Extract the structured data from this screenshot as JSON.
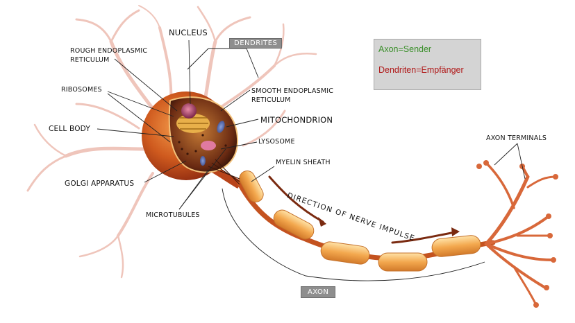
{
  "labels": {
    "nucleus": "NUCLEUS",
    "dendrites": "DENDRITES",
    "rough_er_line1": "ROUGH ENDOPLASMIC",
    "rough_er_line2": "RETICULUM",
    "ribosomes": "RIBOSOMES",
    "smooth_er_line1": "SMOOTH ENDOPLASMIC",
    "smooth_er_line2": "RETICULUM",
    "mitochondrion": "MITOCHONDRION",
    "cell_body": "CELL BODY",
    "lysosome": "LYSOSOME",
    "myelin_sheath": "MYELIN SHEATH",
    "golgi_apparatus": "GOLGI APPARATUS",
    "microtubules": "MICROTUBULES",
    "axon_terminals": "AXON TERMINALS",
    "axon": "AXON",
    "direction": "DIRECTION OF NERVE IMPULSE"
  },
  "note": {
    "line1": "Axon=Sender",
    "line2": "Dendriten=Empfänger",
    "line1_color": "#3a8f2a",
    "line2_color": "#b01818"
  },
  "colors": {
    "neuron": "#c4521f",
    "dendrite": "#e9b3a7",
    "myelin": "#f3b25c",
    "label_box": "#8e8e8e"
  }
}
